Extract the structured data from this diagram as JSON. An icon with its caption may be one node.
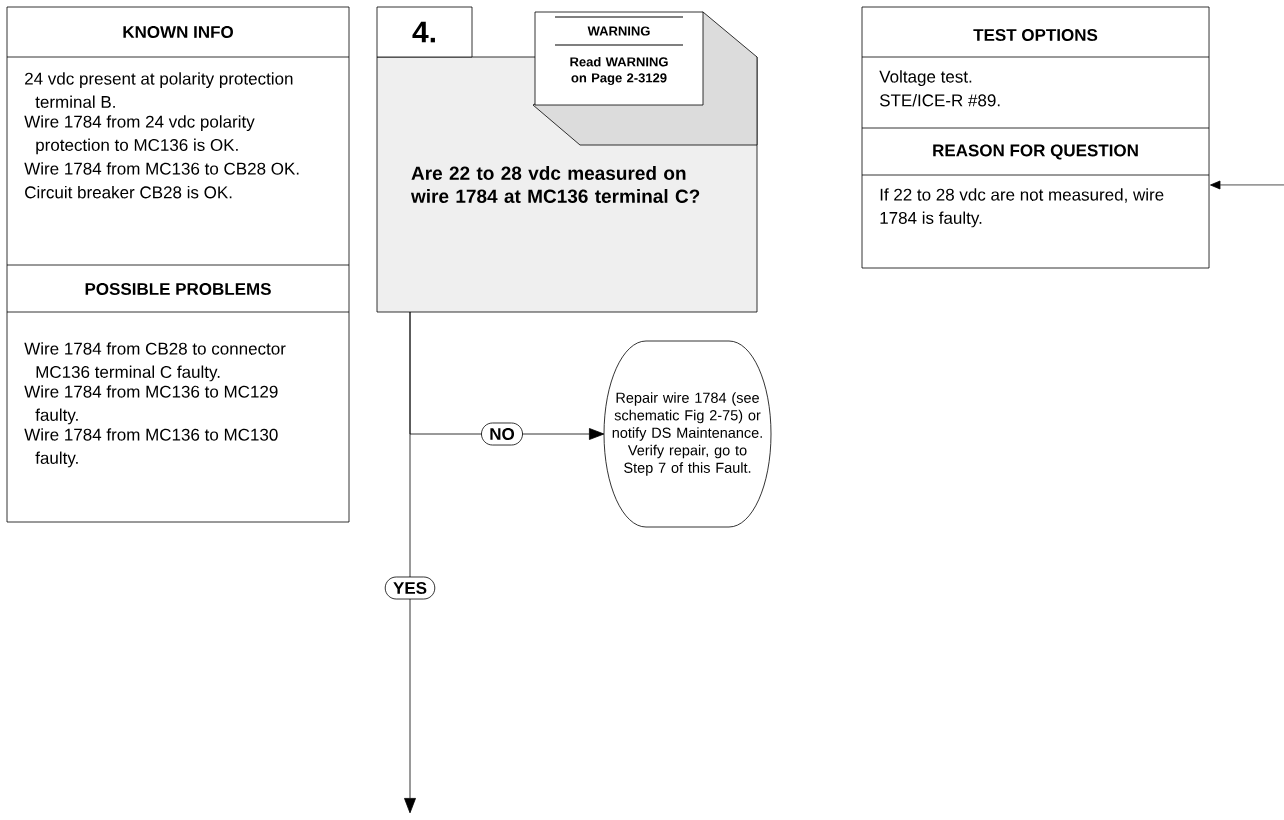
{
  "diagram": {
    "nodes": [
      {
        "text": [
          "KNOWN INFO",
          "24 vdc present at polarity protection terminal B.",
          "Wire 1784 from 24 vdc polarity protection to MC136 is OK.",
          "Wire 1784 from MC136 to CB28 OK.",
          "Circuit breaker CB28 is OK.",
          "POSSIBLE PROBLEMS",
          "Wire 1784 from CB28 to connector MC136 terminal C faulty.",
          "Wire 1784 from MC136 to MC129 faulty.",
          "Wire 1784 from MC136 to MC130 faulty."
        ]
      },
      {
        "text": [
          "4."
        ]
      },
      {
        "text": [
          "Are 22 to 28 vdc measured on wire 1784 at MC136 terminal C?"
        ]
      },
      {
        "text": [
          "WARNING",
          "Read WARNING on Page 2-3129"
        ]
      },
      {
        "text": [
          "TEST OPTIONS",
          "Voltage test.",
          "STE/ICE-R #89.",
          "REASON FOR QUESTION",
          "If 22 to 28 vdc are not measured, wire 1784 is faulty."
        ]
      },
      {
        "text": [
          "Repair wire 1784 (see schematic Fig 2-75) or notify DS Maintenance. Verify repair, go to Step 7 of this Fault."
        ]
      }
    ],
    "edges": [
      {
        "from": 2,
        "to": 5,
        "label": "NO",
        "arrow": "to"
      },
      {
        "from": 2,
        "to": null,
        "label": "YES",
        "arrow": "to"
      },
      {
        "from": null,
        "to": 4,
        "arrow": "to"
      }
    ]
  }
}
